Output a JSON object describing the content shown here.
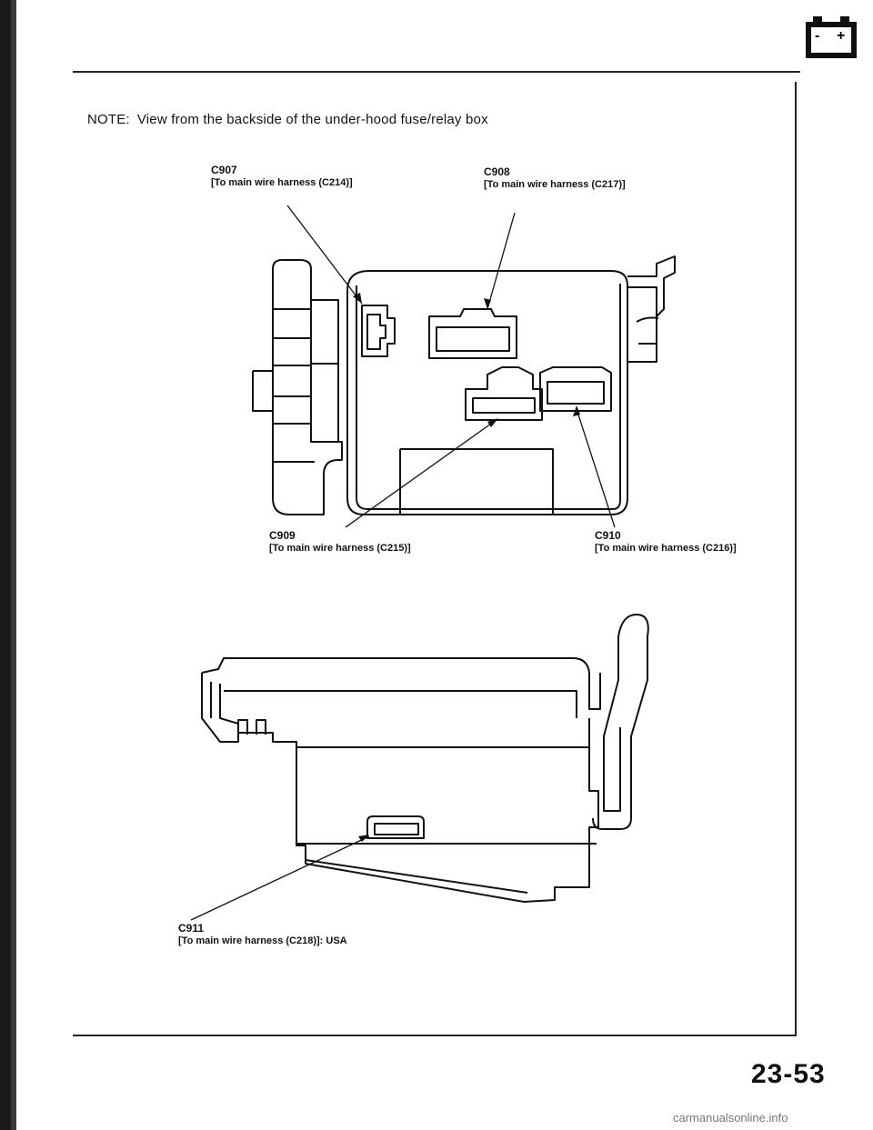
{
  "note": {
    "prefix": "NOTE:",
    "text": "View from the backside of the under-hood fuse/relay box"
  },
  "connectors": [
    {
      "id": "C907",
      "code": "C907",
      "desc": "[To main wire harness (C214)]"
    },
    {
      "id": "C908",
      "code": "C908",
      "desc": "[To main wire harness (C217)]"
    },
    {
      "id": "C909",
      "code": "C909",
      "desc": "[To main wire harness (C215)]"
    },
    {
      "id": "C910",
      "code": "C910",
      "desc": "[To main wire harness (C216)]"
    },
    {
      "id": "C911",
      "code": "C911",
      "desc": "[To main wire harness (C218)]: USA"
    }
  ],
  "battery_icon": {
    "minus": "-",
    "plus": "+"
  },
  "page_number": "23-53",
  "watermark": "carmanualsonline.info"
}
